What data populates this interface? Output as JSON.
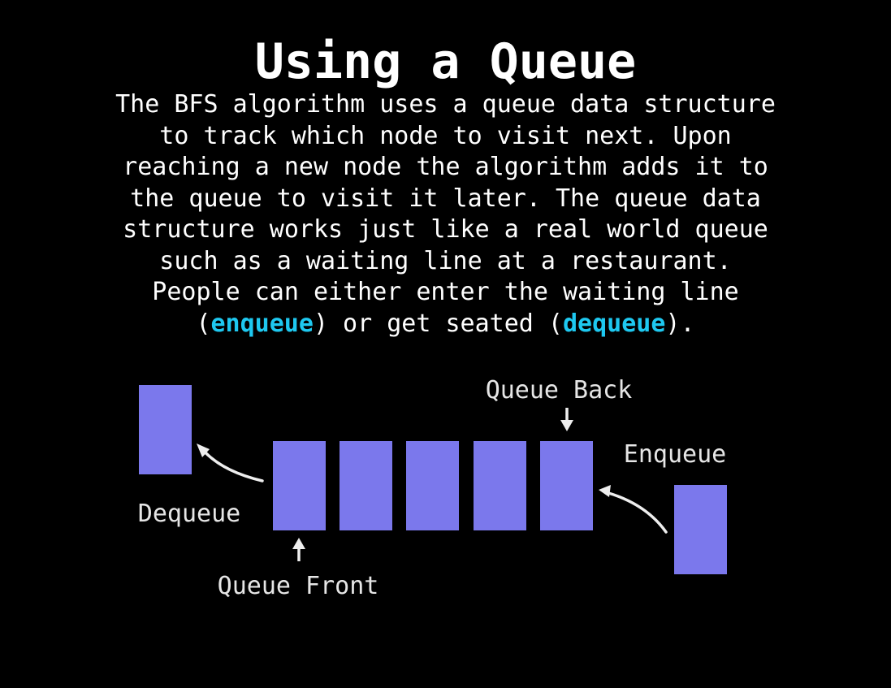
{
  "title": "Using a Queue",
  "paragraph": {
    "lines": [
      "The BFS algorithm uses a queue data structure",
      "to track which node to visit next. Upon",
      "reaching a new node the algorithm adds it to",
      "the queue to visit it later. The queue data",
      "structure works just like a real world queue",
      "such as a waiting line at a restaurant.",
      "People can either enter the waiting line"
    ],
    "last_line": {
      "open_paren": "(",
      "enqueue_term": "enqueue",
      "middle": ") or get seated (",
      "dequeue_term": "dequeue",
      "close": ")."
    }
  },
  "diagram": {
    "labels": {
      "dequeue": "Dequeue",
      "enqueue": "Enqueue",
      "queue_back": "Queue Back",
      "queue_front": "Queue Front"
    },
    "queue_slot_count": 5
  },
  "colors": {
    "background": "#000000",
    "text": "#ffffff",
    "label_text": "#e6e6e6",
    "highlight": "#1ec8f0",
    "box_fill": "#7b78ec",
    "arrow": "#eeeeee"
  }
}
